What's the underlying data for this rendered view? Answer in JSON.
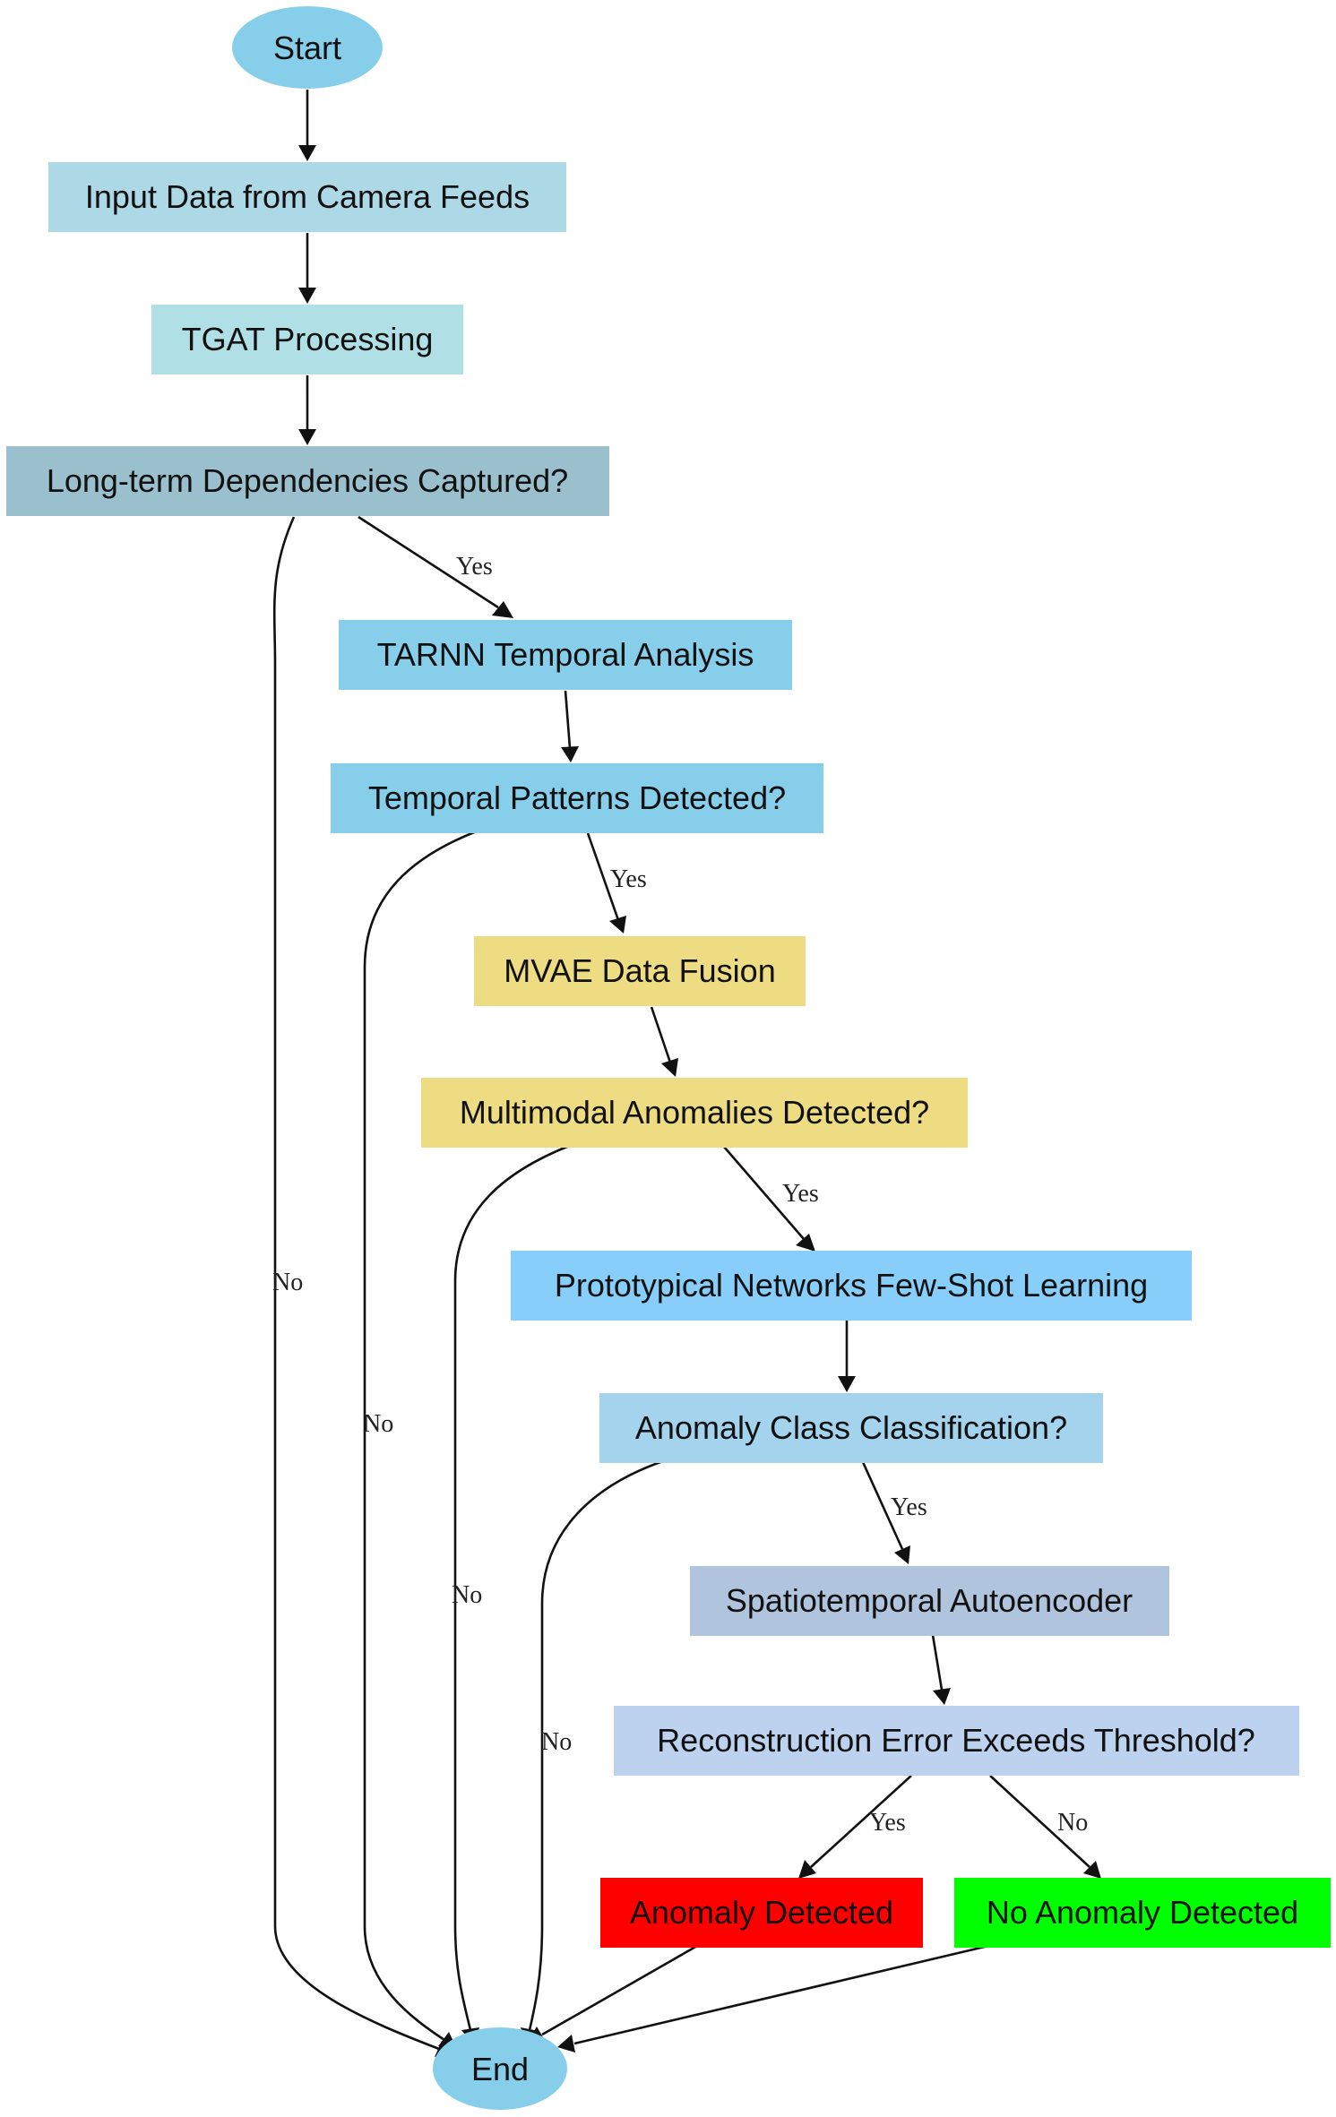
{
  "nodes": {
    "start": {
      "label": "Start",
      "fill": "#87CEEB"
    },
    "input": {
      "label": "Input Data from Camera Feeds",
      "fill": "#ADD8E6"
    },
    "tgat": {
      "label": "TGAT Processing",
      "fill": "#B0E0E6"
    },
    "longterm": {
      "label": "Long-term Dependencies Captured?",
      "fill": "#9AC0CD"
    },
    "tarnn": {
      "label": "TARNN Temporal Analysis",
      "fill": "#87CEEB"
    },
    "temporal": {
      "label": "Temporal Patterns Detected?",
      "fill": "#87CEEB"
    },
    "mvae": {
      "label": "MVAE Data Fusion",
      "fill": "#EEDC82"
    },
    "multimodal": {
      "label": "Multimodal Anomalies Detected?",
      "fill": "#EEDC82"
    },
    "protonet": {
      "label": "Prototypical Networks Few-Shot Learning",
      "fill": "#87CEFA"
    },
    "classify": {
      "label": "Anomaly Class Classification?",
      "fill": "#A4D3EE"
    },
    "autoenc": {
      "label": "Spatiotemporal Autoencoder",
      "fill": "#B0C4DE"
    },
    "recon": {
      "label": "Reconstruction Error Exceeds Threshold?",
      "fill": "#BCD2EE"
    },
    "anomaly": {
      "label": "Anomaly Detected",
      "fill": "#FF0000"
    },
    "noanomaly": {
      "label": "No Anomaly Detected",
      "fill": "#00FF00"
    },
    "end": {
      "label": "End",
      "fill": "#87CEEB"
    }
  },
  "edges": {
    "longterm_yes": "Yes",
    "longterm_no": "No",
    "temporal_yes": "Yes",
    "temporal_no": "No",
    "multimodal_yes": "Yes",
    "multimodal_no": "No",
    "classify_yes": "Yes",
    "classify_no": "No",
    "recon_yes": "Yes",
    "recon_no": "No"
  }
}
